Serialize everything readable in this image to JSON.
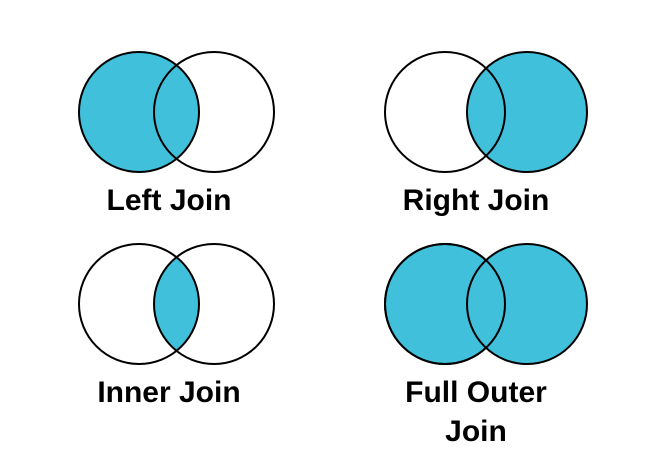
{
  "colors": {
    "fill": "#41C0DB",
    "stroke": "#000000",
    "background": "#FFFFFF"
  },
  "panels": [
    {
      "id": "left-join",
      "label_lines": [
        "Left Join"
      ],
      "highlight": "left"
    },
    {
      "id": "right-join",
      "label_lines": [
        "Right Join"
      ],
      "highlight": "right"
    },
    {
      "id": "inner-join",
      "label_lines": [
        "Inner Join"
      ],
      "highlight": "inner"
    },
    {
      "id": "full-outer-join",
      "label_lines": [
        "Full Outer",
        "Join"
      ],
      "highlight": "full"
    }
  ]
}
